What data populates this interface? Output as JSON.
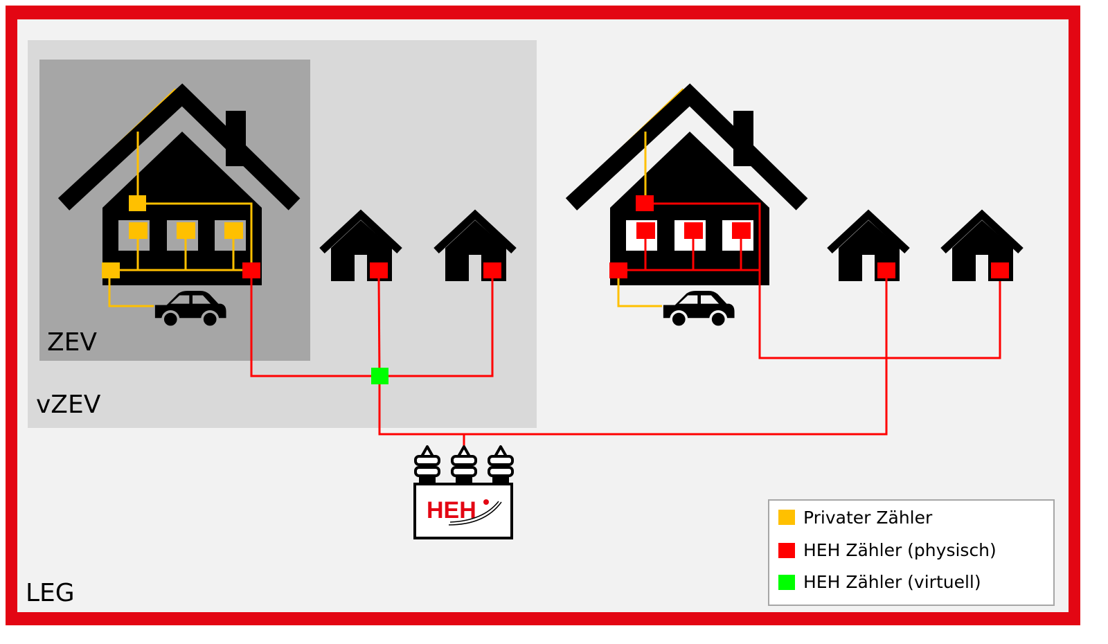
{
  "colors": {
    "frame": "#e30613",
    "background": "#f2f2f2",
    "vzev_area": "#d9d9d9",
    "zev_area": "#a6a6a6",
    "private_meter": "#ffc000",
    "heh_physical_meter": "#ff0000",
    "heh_virtual_meter": "#00ff00"
  },
  "areas": {
    "zev": "ZEV",
    "vzev": "vZEV",
    "leg": "LEG"
  },
  "transformer": {
    "logo": "HEH"
  },
  "legend": [
    {
      "label": "Privater Zähler",
      "color": "#ffc000"
    },
    {
      "label": "HEH Zähler (physisch)",
      "color": "#ff0000"
    },
    {
      "label": "HEH Zähler (virtuell)",
      "color": "#00ff00"
    }
  ]
}
